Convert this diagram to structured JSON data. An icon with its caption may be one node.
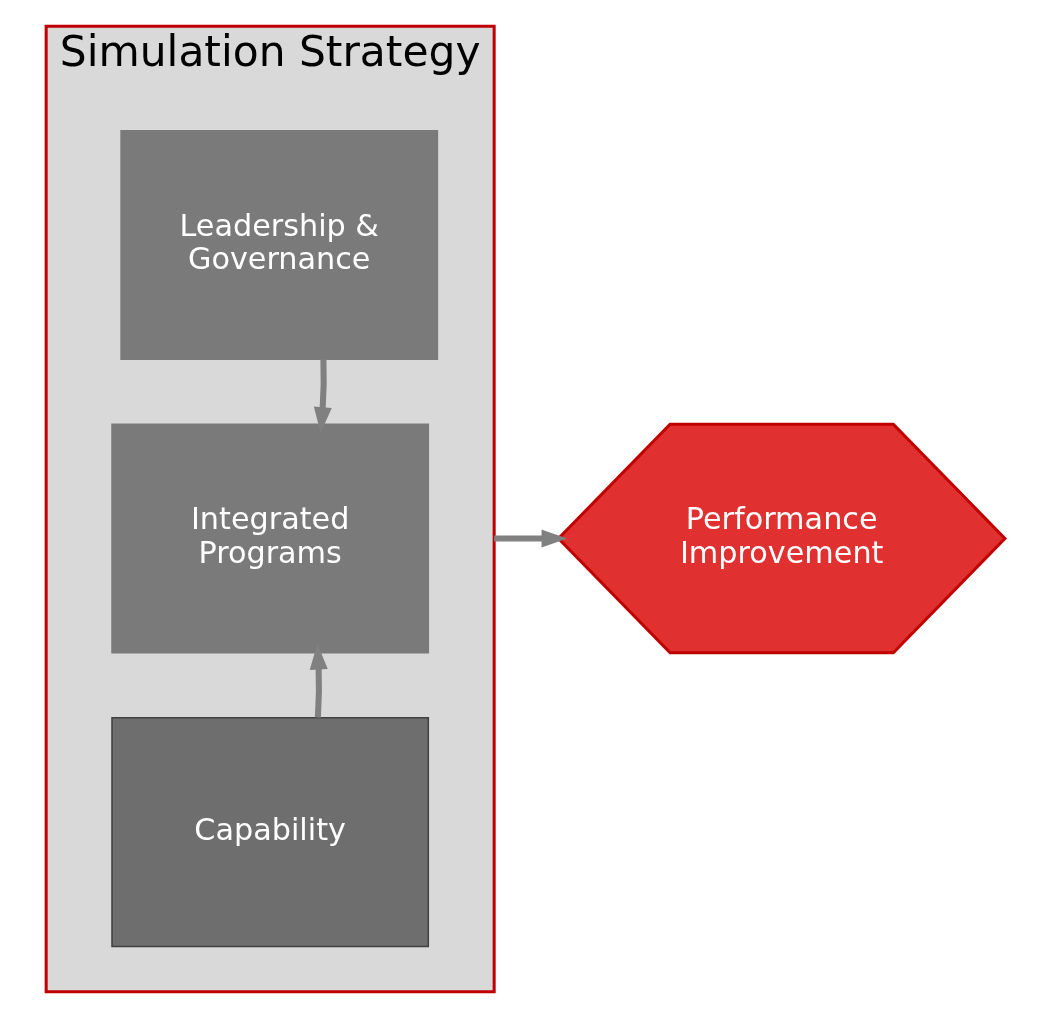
{
  "diagram": {
    "nodes": [
      {
        "text": [
          "Simulation Strategy"
        ]
      },
      {
        "text": [
          "Leadership & Governance"
        ],
        "in": 0
      },
      {
        "text": [
          "Integrated Programs"
        ],
        "in": 0
      },
      {
        "text": [
          "Capability"
        ],
        "in": 0
      },
      {
        "text": [
          "Performance Improvement"
        ]
      }
    ],
    "edges": [
      {
        "from": 1,
        "to": 2,
        "arrow": "to"
      },
      {
        "from": 3,
        "to": 2,
        "arrow": "to"
      },
      {
        "from": 0,
        "to": 4,
        "arrow": "to"
      }
    ]
  }
}
